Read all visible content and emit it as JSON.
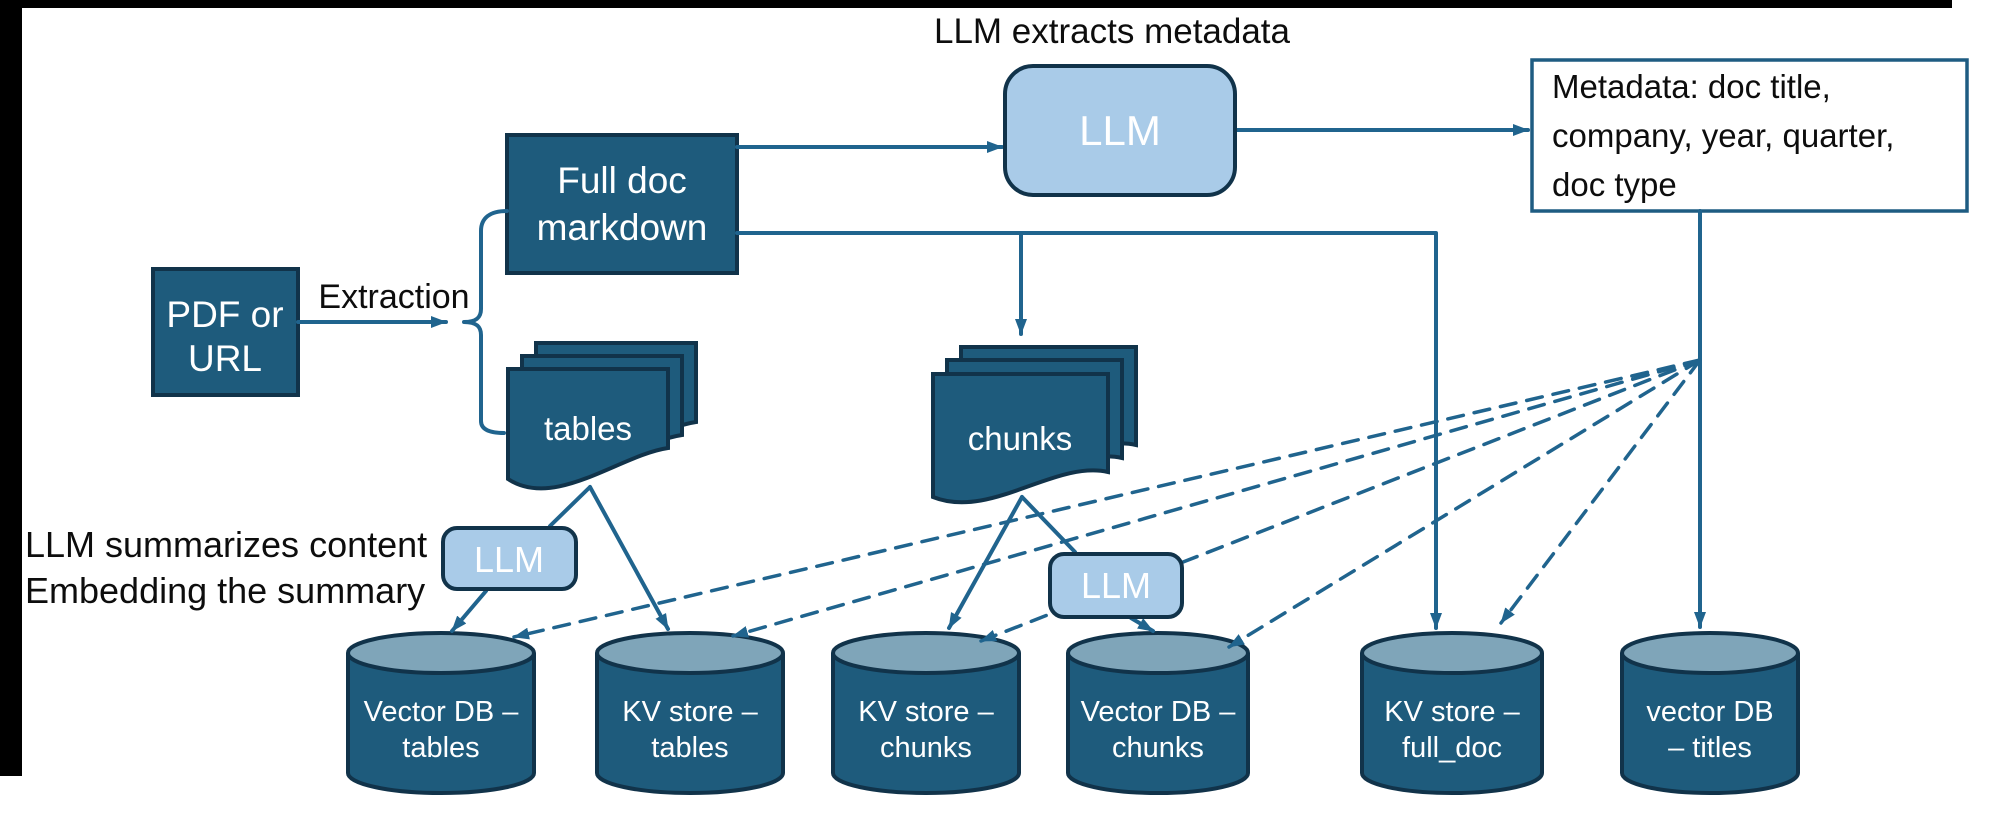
{
  "colors": {
    "dark-fill": "#1E5B7C",
    "light-fill": "#A9CBE8",
    "cap-fill": "#7FA5B9",
    "stroke-dark": "#11334A",
    "connector": "#20648E",
    "metadata-border": "#1E5C82"
  },
  "title": "LLM extracts metadata",
  "annotations": {
    "extraction": "Extraction",
    "summary_line1": "LLM summarizes content",
    "summary_line2": "Embedding the summary"
  },
  "nodes": {
    "pdf": {
      "line1": "PDF or",
      "line2": "URL"
    },
    "fulldoc": {
      "line1": "Full doc",
      "line2": "markdown"
    },
    "llm_top": {
      "label": "LLM"
    },
    "llm_tables": {
      "label": "LLM"
    },
    "llm_chunks": {
      "label": "LLM"
    },
    "metadata": {
      "line1": "Metadata: doc title,",
      "line2": "company, year, quarter,",
      "line3": "doc type"
    },
    "tables_stack": {
      "label": "tables"
    },
    "chunks_stack": {
      "label": "chunks"
    }
  },
  "cylinders": [
    {
      "line1": "Vector DB –",
      "line2": "tables"
    },
    {
      "line1": "KV store –",
      "line2": "tables"
    },
    {
      "line1": "KV store –",
      "line2": "chunks"
    },
    {
      "line1": "Vector DB –",
      "line2": "chunks"
    },
    {
      "line1": "KV store –",
      "line2": "full_doc"
    },
    {
      "line1": "vector DB",
      "line2": "– titles"
    }
  ]
}
